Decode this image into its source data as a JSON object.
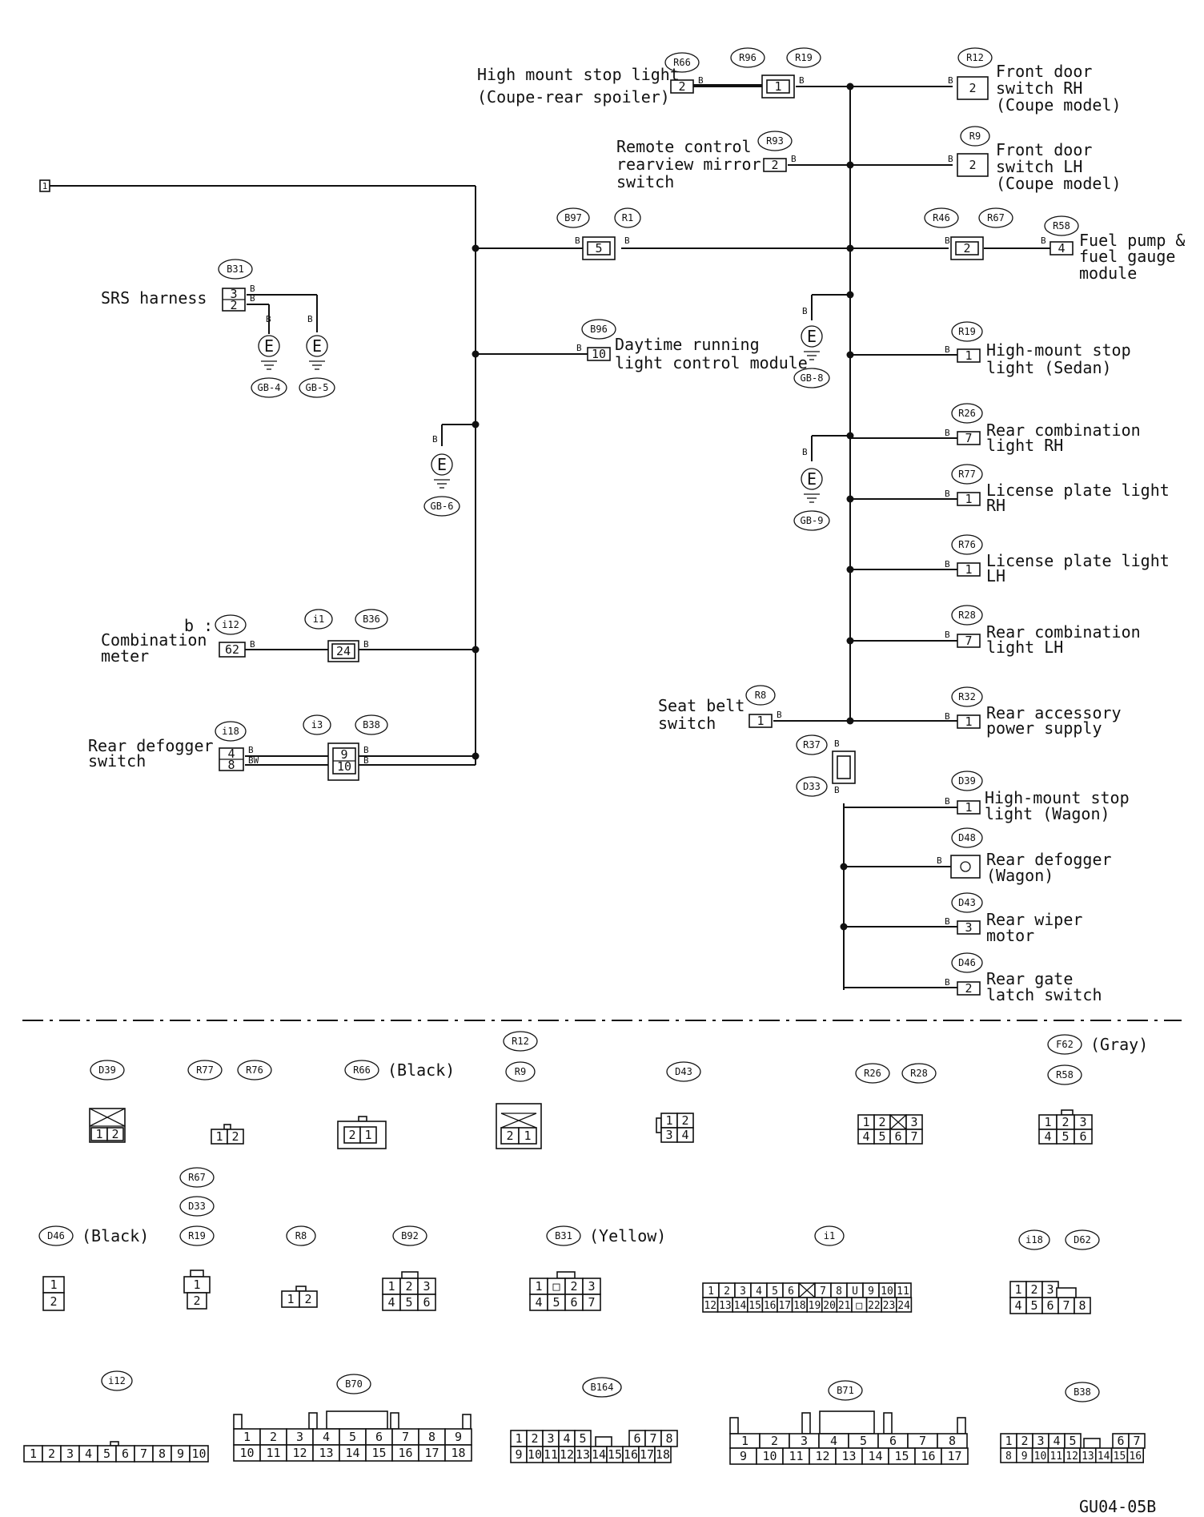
{
  "wire_color": "B",
  "wire_color_bw": "BW",
  "prefix_b": "b :",
  "page_marker": "1",
  "diagram_code": "GU04-05B",
  "grounds": {
    "gb4": "GB-4",
    "gb5": "GB-5",
    "gb6": "GB-6",
    "gb8": "GB-8",
    "gb9": "GB-9",
    "symbol": "E"
  },
  "labels": {
    "srs": "SRS harness",
    "comb_meter_1": "Combination",
    "comb_meter_2": "meter",
    "rear_defog_sw_1": "Rear defogger",
    "rear_defog_sw_2": "switch",
    "drl_1": "Daytime running",
    "drl_2": "light control module",
    "hmsl_coupe_1": "High mount stop light",
    "hmsl_coupe_2": "(Coupe-rear spoiler)",
    "mirror_1": "Remote control",
    "mirror_2": "rearview mirror",
    "mirror_3": "switch",
    "fd_rh_1": "Front door",
    "fd_rh_2": "switch RH",
    "fd_rh_3": "(Coupe model)",
    "fd_lh_1": "Front door",
    "fd_lh_2": "switch LH",
    "fd_lh_3": "(Coupe model)",
    "fuel_1": "Fuel pump &",
    "fuel_2": "fuel gauge",
    "fuel_3": "module",
    "hmsl_sedan_1": "High-mount stop",
    "hmsl_sedan_2": "light (Sedan)",
    "rcl_rh_1": "Rear combination",
    "rcl_rh_2": "light RH",
    "lpl_rh_1": "License plate light",
    "lpl_rh_2": "RH",
    "lpl_lh_1": "License plate light",
    "lpl_lh_2": "LH",
    "rcl_lh_1": "Rear combination",
    "rcl_lh_2": "light LH",
    "seatbelt_1": "Seat belt",
    "seatbelt_2": "switch",
    "rap_1": "Rear accessory",
    "rap_2": "power supply",
    "hmsl_wagon_1": "High-mount stop",
    "hmsl_wagon_2": "light (Wagon)",
    "defog_wagon_1": "Rear defogger",
    "defog_wagon_2": "(Wagon)",
    "wiper_1": "Rear wiper",
    "wiper_2": "motor",
    "gate_1": "Rear gate",
    "gate_2": "latch switch"
  },
  "connectors": {
    "B31": "B31",
    "i12": "i12",
    "i1": "i1",
    "B36": "B36",
    "i18": "i18",
    "i3": "i3",
    "B38": "B38",
    "B97": "B97",
    "R1": "R1",
    "B96": "B96",
    "R66": "R66",
    "R96": "R96",
    "R19": "R19",
    "R93": "R93",
    "R12": "R12",
    "R9": "R9",
    "R46": "R46",
    "R67": "R67",
    "R58": "R58",
    "R26": "R26",
    "R77": "R77",
    "R76": "R76",
    "R28": "R28",
    "R8": "R8",
    "R32": "R32",
    "R37": "R37",
    "D33": "D33",
    "D39": "D39",
    "D48": "D48",
    "D43": "D43",
    "D46": "D46",
    "F62": "F62",
    "D62": "D62",
    "B92": "B92",
    "B70": "B70",
    "B164": "B164",
    "B71": "B71"
  },
  "pins": {
    "b31_a": "3",
    "b31_b": "2",
    "i12": "62",
    "i1": "24",
    "i18_a": "4",
    "i18_b": "8",
    "b38_a": "9",
    "b38_b": "10",
    "b97": "5",
    "b96": "10",
    "r66": "2",
    "r96": "1",
    "r93": "2",
    "r12": "2",
    "r9": "2",
    "r46": "2",
    "r58": "4",
    "r19": "1",
    "r26": "7",
    "r77": "1",
    "r76": "1",
    "r28": "7",
    "r8": "1",
    "r32": "1",
    "d39": "1",
    "d43": "3",
    "d46": "2"
  },
  "faces": {
    "black": "(Black)",
    "yellow": "(Yellow)",
    "gray": "(Gray)",
    "p12": "1|2",
    "p21": "2|1",
    "p1": "1",
    "p2": "2",
    "d43_top": "1|2",
    "d43_bot": "3|4",
    "r26_top": "1|2|X|3",
    "r26_bot": "4|5|6|7",
    "f62_top": "1|2|3",
    "f62_bot": "4|5|6",
    "b92_top": "1|2|3",
    "b92_bot": "4|5|6",
    "b31_top": "1|□|2|3",
    "b31_bot": "4|5|6|7",
    "i1_top": "1|2|3|4|5|6|X|7|8|U|9|10|11",
    "i1_bot": "12|13|14|15|16|17|18|19|20|21|□|22|23|24",
    "i18_top": "1|2|3",
    "i18_bot": "4|5|6|7|8",
    "i12": "1|2|3|4|5|6|7|8|9|10",
    "b70_top": "1|2|3|4|5|6|7|8|9",
    "b70_bot": "10|11|12|13|14|15|16|17|18",
    "b164_top": "1|2|3|4|5|6|7|8",
    "b164_bot": "9|10|11|12|13|14|15|16|17|18",
    "b71_top": "1|2|3|4|5|6|7|8",
    "b71_bot": "9|10|11|12|13|14|15|16|17",
    "b38_top": "1|2|3|4|5|6|7",
    "b38_bot": "8|9|10|11|12|13|14|15|16"
  }
}
